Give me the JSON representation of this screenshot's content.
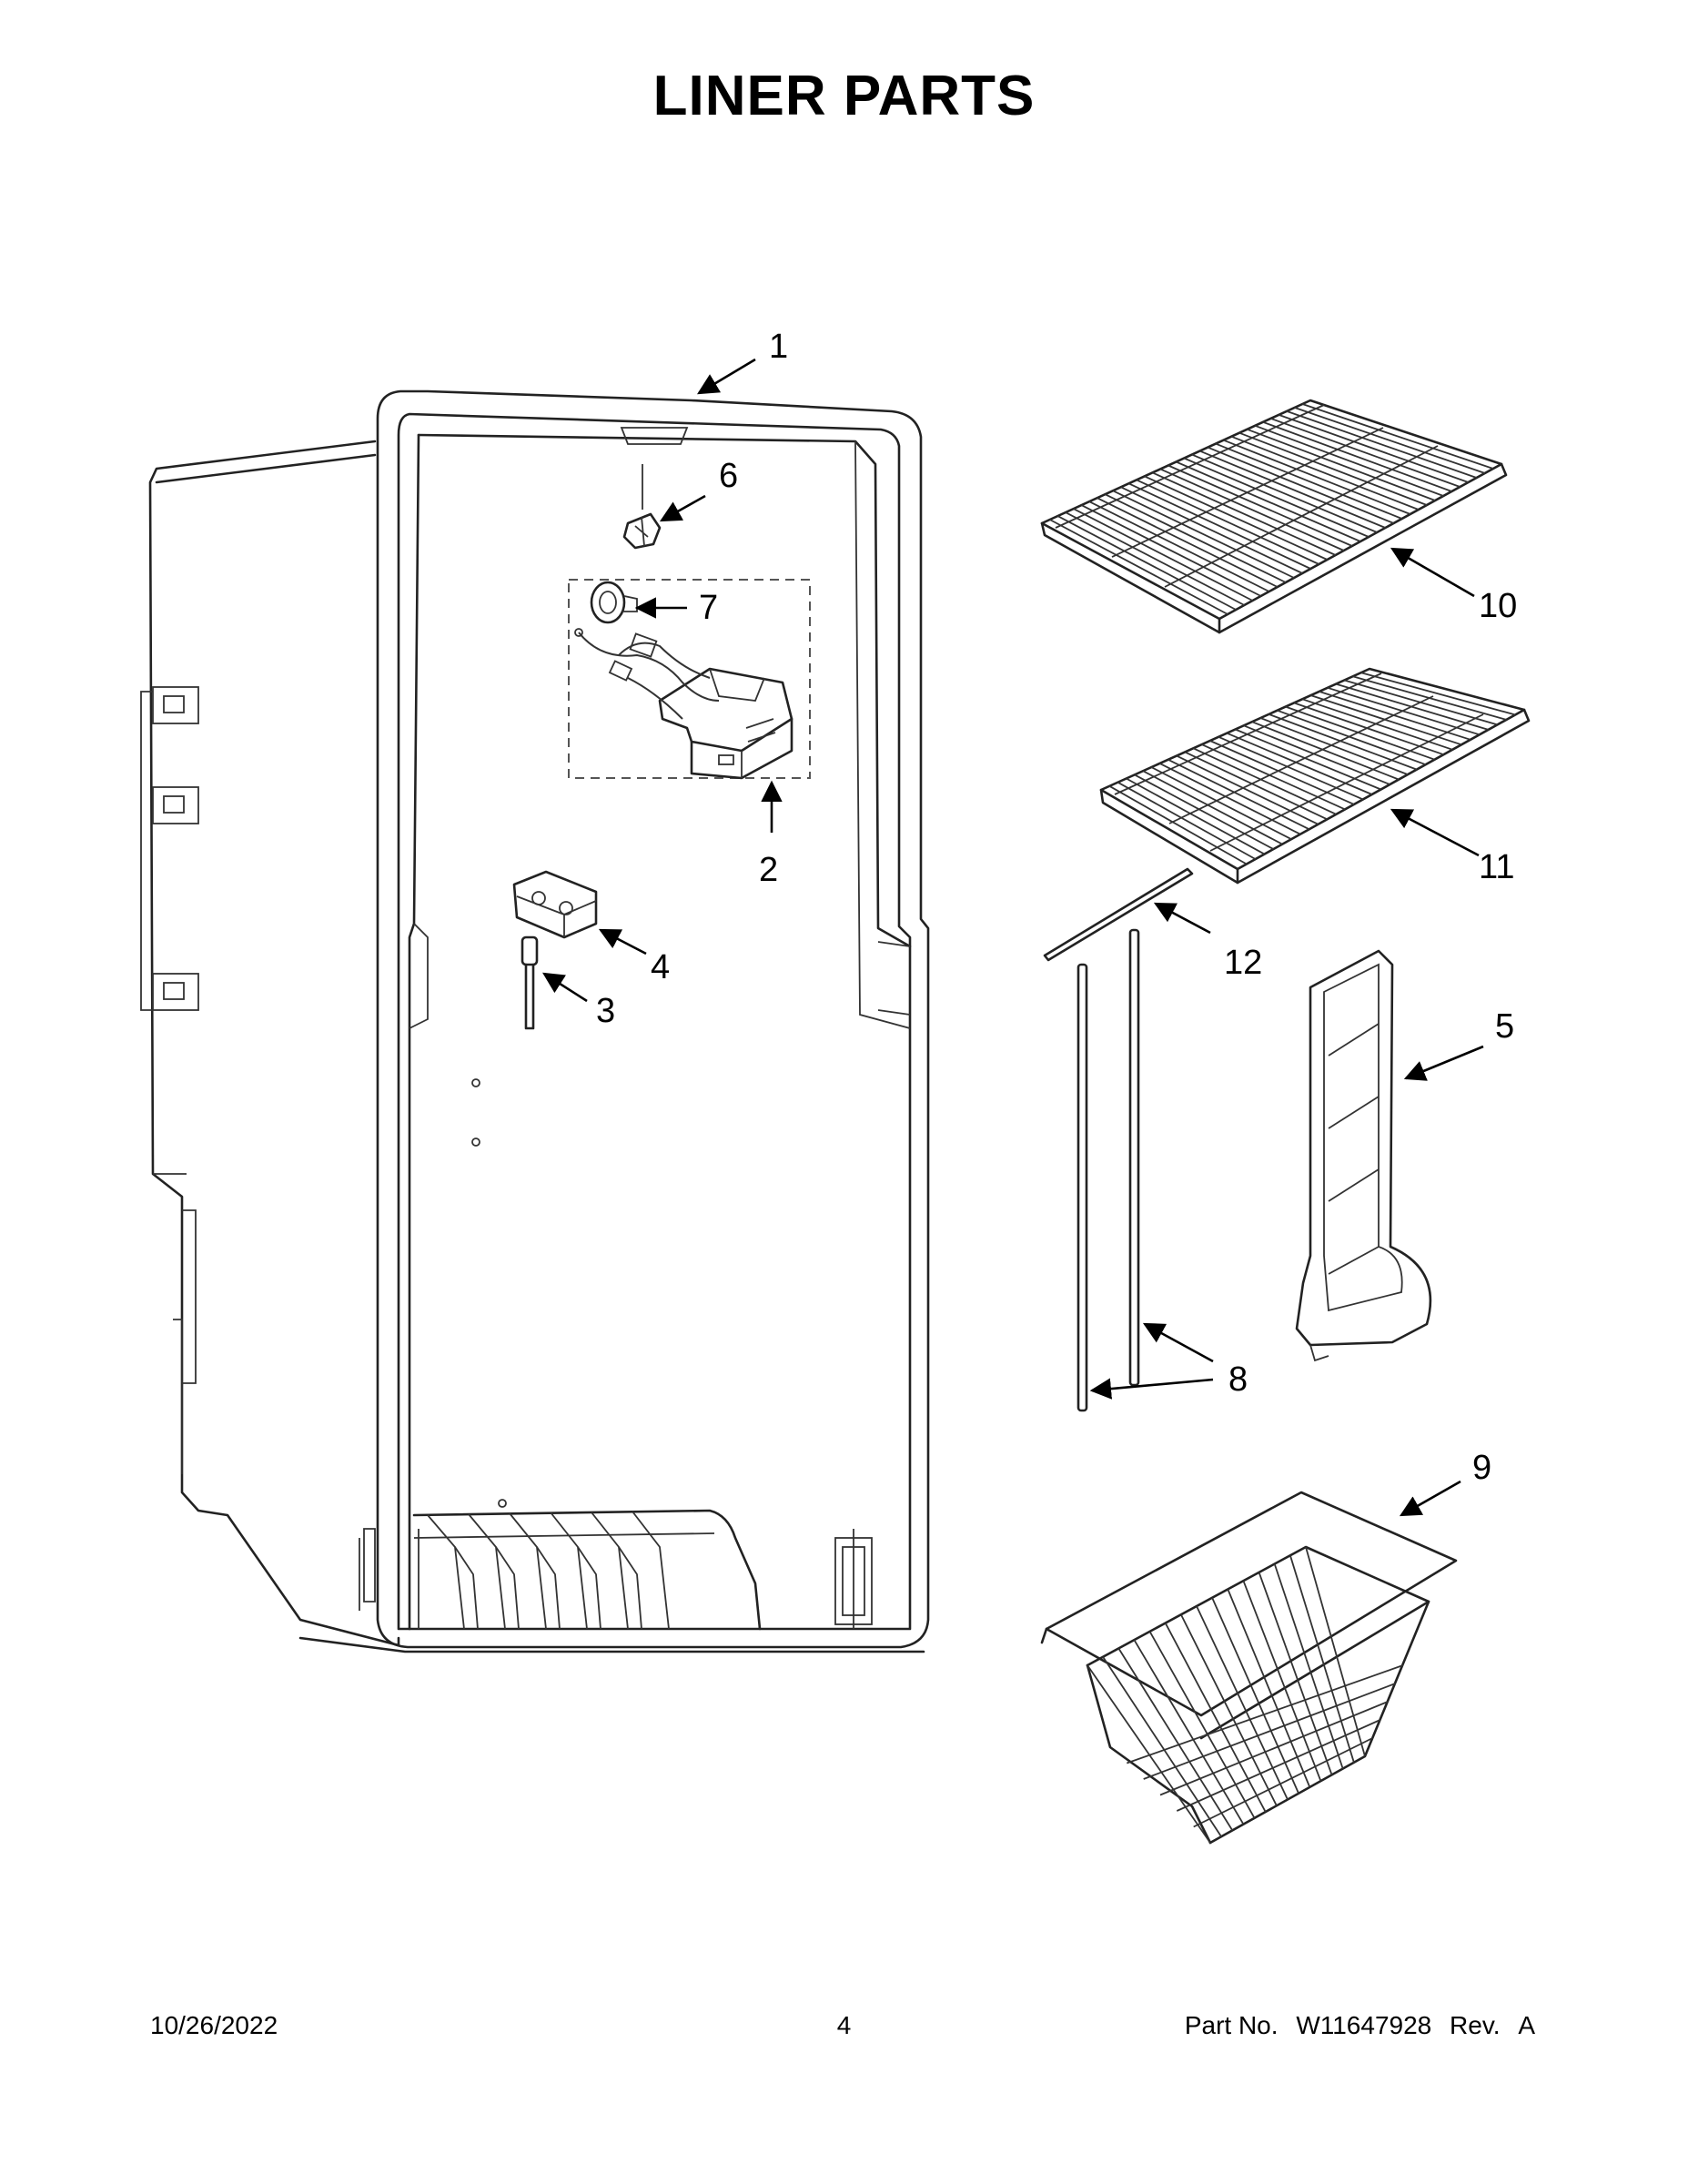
{
  "title": "LINER PARTS",
  "callouts": {
    "c1": "1",
    "c2": "2",
    "c3": "3",
    "c4": "4",
    "c5": "5",
    "c6": "6",
    "c7": "7",
    "c8": "8",
    "c9": "9",
    "c10": "10",
    "c11": "11",
    "c12": "12"
  },
  "footer": {
    "date": "10/26/2022",
    "page": "4",
    "part_label": "Part No.",
    "part_number": "W11647928",
    "rev_label": "Rev.",
    "rev_value": "A"
  },
  "colors": {
    "line": "#222222",
    "background": "#ffffff"
  }
}
